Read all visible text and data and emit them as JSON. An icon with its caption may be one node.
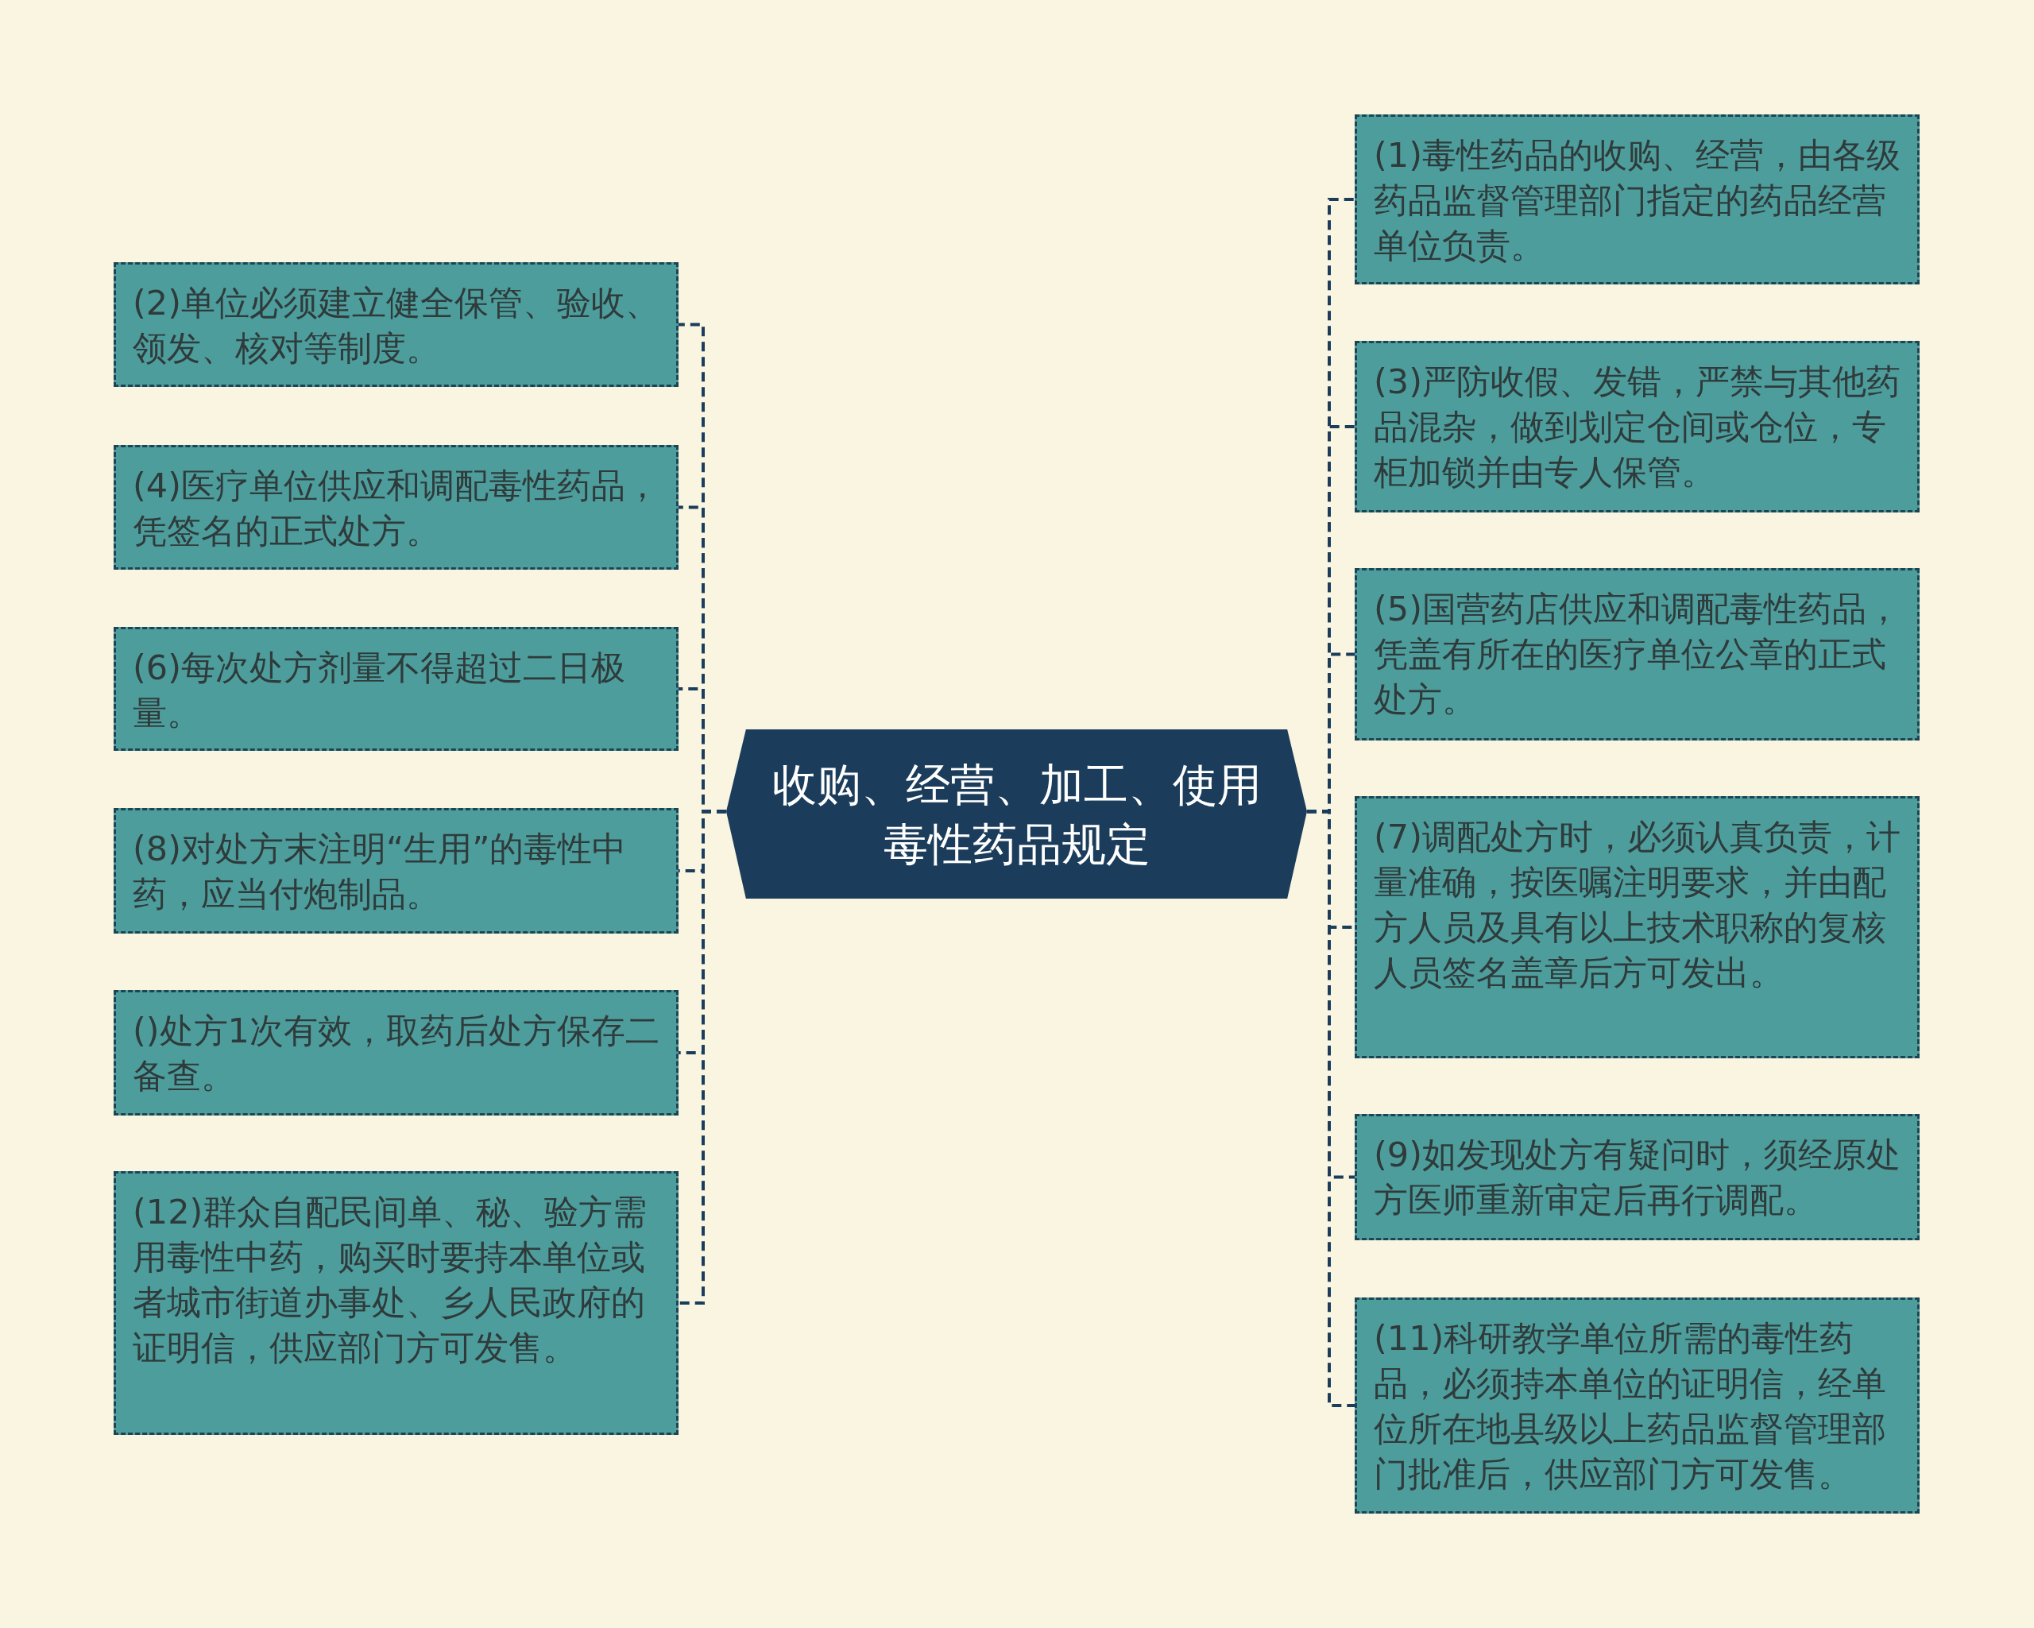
{
  "diagram": {
    "nodes": [
      {
        "text": [
          "收购、经营、加工、使用毒性药品规定"
        ]
      },
      {
        "text": [
          "(1)毒性药品的收购、经营，由各级药品监督管理部门指定的药品经营单位负责。"
        ]
      },
      {
        "text": [
          "(2)单位必须建立健全保管、验收、领发、核对等制度。"
        ]
      },
      {
        "text": [
          "(3)严防收假、发错，严禁与其他药品混杂，做到划定仓间或仓位，专柜加锁并由专人保管。"
        ]
      },
      {
        "text": [
          "(4)医疗单位供应和调配毒性药品，凭签名的正式处方。"
        ]
      },
      {
        "text": [
          "(5)国营药店供应和调配毒性药品，凭盖有所在的医疗单位公章的正式处方。"
        ]
      },
      {
        "text": [
          "(6)每次处方剂量不得超过二日极量。"
        ]
      },
      {
        "text": [
          "(7)调配处方时，必须认真负责，计量准确，按医嘱注明要求，并由配方人员及具有以上技术职称的复核人员签名盖章后方可发出。"
        ]
      },
      {
        "text": [
          "(8)对处方末注明“生用”的毒性中药，应当付炮制品。"
        ]
      },
      {
        "text": [
          "(9)如发现处方有疑问时，须经原处方医师重新审定后再行调配。"
        ]
      },
      {
        "text": [
          "()处方1次有效，取药后处方保存二备查。"
        ]
      },
      {
        "text": [
          "(11)科研教学单位所需的毒性药品，必须持本单位的证明信，经单位所在地县级以上药品监督管理部门批准后，供应部门方可发售。"
        ]
      },
      {
        "text": [
          "(12)群众自配民间单、秘、验方需用毒性中药，购买时要持本单位或者城市街道办事处、乡人民政府的证明信，供应部门方可发售。"
        ]
      }
    ],
    "edges": [
      {
        "from": 0,
        "to": 1,
        "arrow": "none",
        "style": "dashed"
      },
      {
        "from": 0,
        "to": 2,
        "arrow": "none",
        "style": "dashed"
      },
      {
        "from": 0,
        "to": 3,
        "arrow": "none",
        "style": "dashed"
      },
      {
        "from": 0,
        "to": 4,
        "arrow": "none",
        "style": "dashed"
      },
      {
        "from": 0,
        "to": 5,
        "arrow": "none",
        "style": "dashed"
      },
      {
        "from": 0,
        "to": 6,
        "arrow": "none",
        "style": "dashed"
      },
      {
        "from": 0,
        "to": 7,
        "arrow": "none",
        "style": "dashed"
      },
      {
        "from": 0,
        "to": 8,
        "arrow": "none",
        "style": "dashed"
      },
      {
        "from": 0,
        "to": 9,
        "arrow": "none",
        "style": "dashed"
      },
      {
        "from": 0,
        "to": 10,
        "arrow": "none",
        "style": "dashed"
      },
      {
        "from": 0,
        "to": 11,
        "arrow": "none",
        "style": "dashed"
      },
      {
        "from": 0,
        "to": 12,
        "arrow": "none",
        "style": "dashed"
      }
    ]
  }
}
